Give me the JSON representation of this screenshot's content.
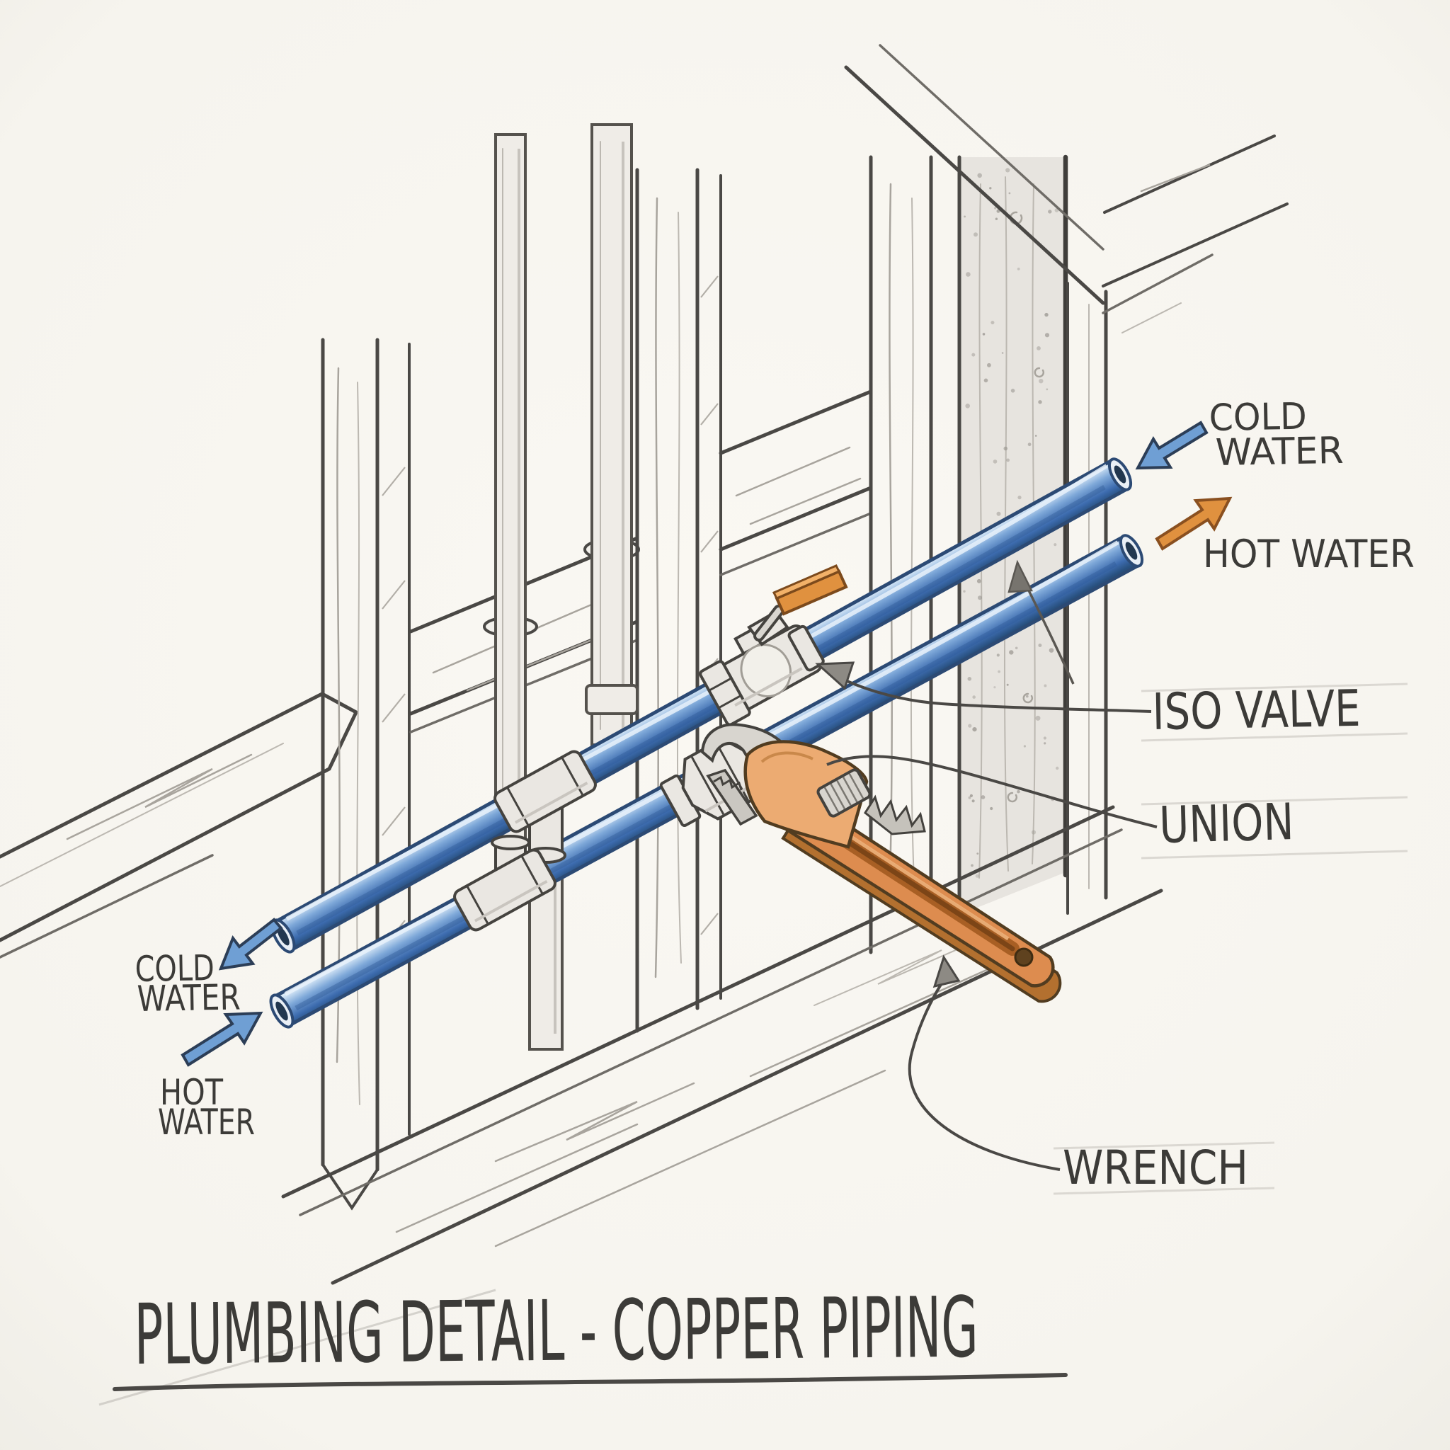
{
  "labels": {
    "title": "PLUMBING DETAIL - COPPER PIPING",
    "cold_top_1": "COLD",
    "cold_top_2": "WATER",
    "hot_top": "HOT WATER",
    "iso_valve": "ISO VALVE",
    "union": "UNION",
    "wrench": "WRENCH",
    "cold_bottom_1": "COLD",
    "cold_bottom_2": "WATER",
    "hot_bottom_1": "HOT",
    "hot_bottom_2": "WATER"
  },
  "arrows": {
    "cold_top": {
      "direction": "down-left",
      "color": "#6f9fd4"
    },
    "hot_top": {
      "direction": "up-right",
      "color": "#e0913f"
    },
    "cold_bottom": {
      "direction": "down-left",
      "color": "#6f9fd4"
    },
    "hot_bottom": {
      "direction": "up-right",
      "color": "#6f9fd4"
    }
  },
  "colors": {
    "paper": "#f7f5f0",
    "pencil": "#4a4845",
    "pipe_blue": "#4878b8",
    "pipe_blue_dark": "#2c4a74",
    "pipe_blue_light": "#d6e6f6",
    "fitting_gray": "#eae7e2",
    "copper_orange": "#dd8c4f",
    "valve_handle_orange": "#e0913f",
    "arrow_cold": "#6f9fd4",
    "arrow_hot": "#e0913f"
  }
}
